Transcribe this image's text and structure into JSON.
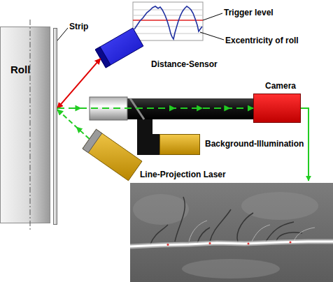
{
  "diagram": {
    "nodes": [
      {
        "text": [
          "Roll"
        ]
      },
      {
        "text": [
          "Strip"
        ]
      },
      {
        "text": [
          "Distance-Sensor"
        ]
      },
      {
        "text": [
          "Camera"
        ]
      },
      {
        "text": [
          "Background-Illumination"
        ]
      },
      {
        "text": [
          "Line-Projection Laser"
        ]
      }
    ],
    "edges": [
      {
        "from": 2,
        "to": 1,
        "arrow": "both"
      },
      {
        "from": 5,
        "to": 1,
        "arrow": "to"
      },
      {
        "from": 1,
        "to": 3,
        "arrow": "to"
      }
    ],
    "labels": [
      "Trigger level",
      "Excentricity of roll"
    ]
  }
}
